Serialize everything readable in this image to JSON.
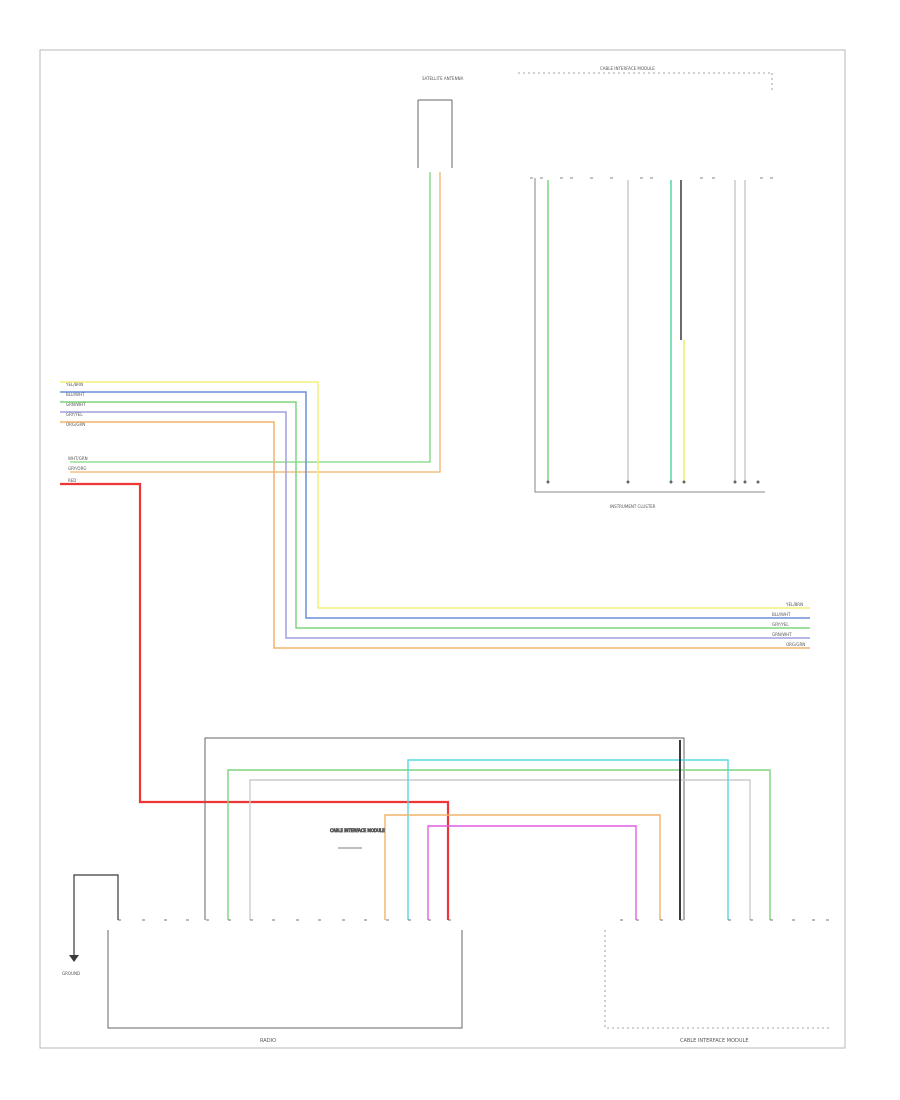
{
  "colors": {
    "frame": "#b8b8b8",
    "box": "#666666",
    "yellow": "#f4f07a",
    "blue": "#6a8fd8",
    "green": "#7dd67d",
    "orange": "#f2b36b",
    "red": "#ef3535",
    "pink": "#e45ce4",
    "cyan": "#55d8e0",
    "black": "#3a3a3a",
    "gray": "#bbbbbb",
    "lime": "#e8f060"
  },
  "labels": {
    "left_harness": [
      "YEL/BRN",
      "BLU/WHT",
      "GRN/WHT",
      "GRY/YEL",
      "ORG/GRN"
    ],
    "right_harness": [
      "YEL/BRN",
      "BLU/WHT",
      "GRY/YEL",
      "GRN/WHT",
      "ORG/GRN"
    ],
    "satellite_wires": [
      "WHT/GRN",
      "GRY/ORG"
    ],
    "power": "RED",
    "sat_antenna_caption": "SATELLITE ANTENNA",
    "instrument_caption": "INSTRUMENT CLUSTER",
    "hub_caption_top": "CABLE INTERFACE MODULE",
    "hub_caption_bottom": "CABLE INTERFACE MODULE",
    "radio_caption": "RADIO",
    "ground_caption": "GROUND",
    "page_ref": ""
  },
  "icons": {
    "ground": "ground-symbol-icon"
  }
}
